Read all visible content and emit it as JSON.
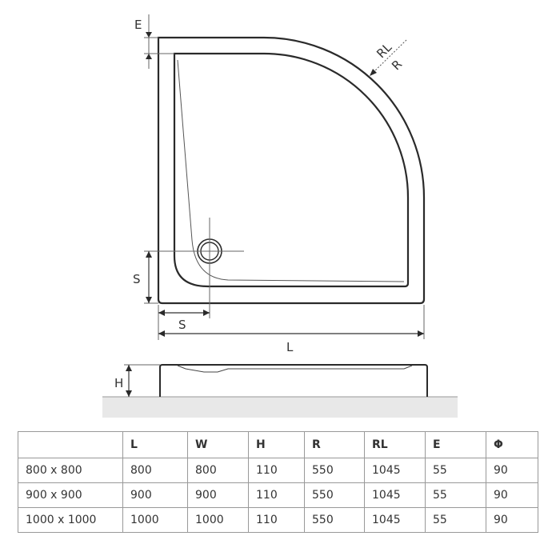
{
  "drawing": {
    "labels": {
      "E": "E",
      "RL": "RL",
      "R": "R",
      "S_vertical": "S",
      "S_horizontal": "S",
      "L": "L",
      "H": "H"
    }
  },
  "table": {
    "headers": [
      "",
      "L",
      "W",
      "H",
      "R",
      "RL",
      "E",
      "Φ"
    ],
    "rows": [
      [
        "800 x 800",
        "800",
        "800",
        "110",
        "550",
        "1045",
        "55",
        "90"
      ],
      [
        "900 x 900",
        "900",
        "900",
        "110",
        "550",
        "1045",
        "55",
        "90"
      ],
      [
        "1000 x 1000",
        "1000",
        "1000",
        "110",
        "550",
        "1045",
        "55",
        "90"
      ]
    ]
  },
  "colors": {
    "line": "#2a2a2a",
    "dim_line": "#666666",
    "floor": "#e8e8e8",
    "table_border": "#999999"
  }
}
